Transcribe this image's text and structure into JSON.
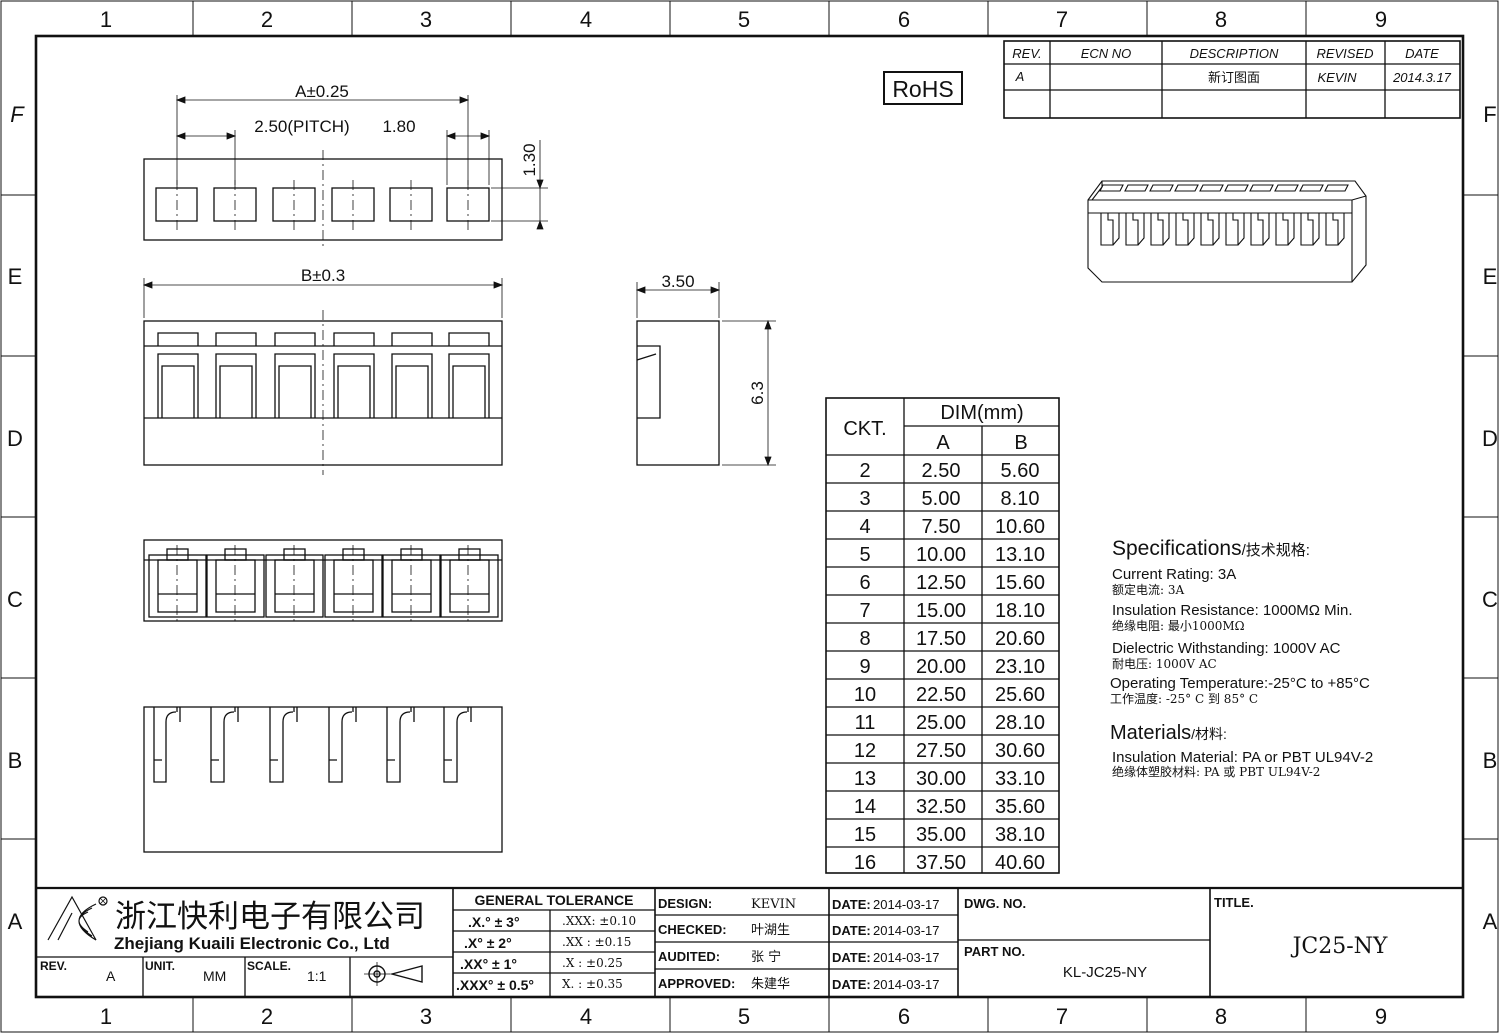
{
  "border": {
    "columns": [
      "1",
      "2",
      "3",
      "4",
      "5",
      "6",
      "7",
      "8",
      "9"
    ],
    "rows": [
      "F",
      "E",
      "D",
      "C",
      "B",
      "A"
    ]
  },
  "rohs": "RoHS",
  "revision_table": {
    "headers": [
      "REV.",
      "ECN NO",
      "DESCRIPTION",
      "REVISED",
      "DATE"
    ],
    "rows": [
      [
        "A",
        "",
        "新订图面",
        "KEVIN",
        "2014.3.17"
      ]
    ]
  },
  "dimensions": {
    "a": "A±0.25",
    "pitch": "2.50(PITCH)",
    "w180": "1.80",
    "h130": "1.30",
    "b": "B±0.3",
    "w350": "3.50",
    "h63": "6.3"
  },
  "dim_table": {
    "ckt_header": "CKT.",
    "dim_header": "DIM(mm)",
    "a_header": "A",
    "b_header": "B",
    "rows": [
      [
        "2",
        "2.50",
        "5.60"
      ],
      [
        "3",
        "5.00",
        "8.10"
      ],
      [
        "4",
        "7.50",
        "10.60"
      ],
      [
        "5",
        "10.00",
        "13.10"
      ],
      [
        "6",
        "12.50",
        "15.60"
      ],
      [
        "7",
        "15.00",
        "18.10"
      ],
      [
        "8",
        "17.50",
        "20.60"
      ],
      [
        "9",
        "20.00",
        "23.10"
      ],
      [
        "10",
        "22.50",
        "25.60"
      ],
      [
        "11",
        "25.00",
        "28.10"
      ],
      [
        "12",
        "27.50",
        "30.60"
      ],
      [
        "13",
        "30.00",
        "33.10"
      ],
      [
        "14",
        "32.50",
        "35.60"
      ],
      [
        "15",
        "35.00",
        "38.10"
      ],
      [
        "16",
        "37.50",
        "40.60"
      ]
    ]
  },
  "specs": {
    "title": "Specifications",
    "title_cn": "/技术规格:",
    "current_en": "Current  Rating:  3A",
    "current_cn": "额定电流: 3A",
    "insulation_en": "Insulation  Resistance:  1000MΩ     Min.",
    "insulation_cn": "绝缘电阻: 最小1000MΩ",
    "dielectric_en": "Dielectric  Withstanding:    1000V  AC",
    "dielectric_cn": "耐电压: 1000V AC",
    "temp_en": "Operating  Temperature:-25°C  to  +85°C",
    "temp_cn": "工作温度: -25° C 到 85° C",
    "materials_title": "Materials",
    "materials_cn": "/材料:",
    "material_en": "Insulation  Material: PA  or  PBT  UL94V-2",
    "material_cn": "绝缘体塑胶材料: PA 或 PBT UL94V-2"
  },
  "title_block": {
    "company_cn": "浙江快利电子有限公司",
    "company_en": "Zhejiang  Kuaili  Electronic  Co.,  Ltd",
    "rev_label": "REV.",
    "rev": "A",
    "unit_label": "UNIT.",
    "unit": "MM",
    "scale_label": "SCALE.",
    "scale": "1:1",
    "tolerance_title": "GENERAL  TOLERANCE",
    "tol_angles": [
      ".X.° ± 3°",
      ".X° ± 2°",
      ".XX° ± 1°",
      ".XXX° ± 0.5°"
    ],
    "tol_linear": [
      ".XXX:   ±0.10",
      ".XX :   ±0.15",
      ".X   :   ±0.25",
      "X.   :   ±0.35"
    ],
    "design_label": "DESIGN:",
    "design": "KEVIN",
    "checked_label": "CHECKED:",
    "checked": "叶湖生",
    "audited_label": "AUDITED:",
    "audited": "张  宁",
    "approved_label": "APPROVED:",
    "approved": "朱建华",
    "date_label": "DATE:",
    "dates": [
      "2014-03-17",
      "2014-03-17",
      "2014-03-17",
      "2014-03-17"
    ],
    "dwg_label": "DWG. NO.",
    "part_label": "PART NO.",
    "part_no": "KL-JC25-NY",
    "title_label": "TITLE.",
    "title": "JC25-NY"
  }
}
